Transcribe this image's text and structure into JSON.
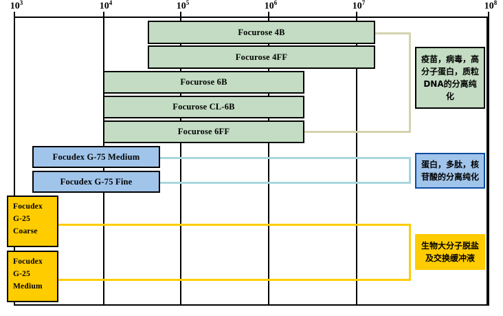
{
  "chart_data": {
    "type": "bar",
    "title": "",
    "xlabel": "",
    "ylabel": "",
    "orientation": "horizontal",
    "xscale": "log",
    "xlim": [
      1000,
      100000000
    ],
    "grid": true,
    "legend": "none",
    "axis_ticks": [
      {
        "label_base": "10",
        "label_exp": "3",
        "value": 1000
      },
      {
        "label_base": "10",
        "label_exp": "4",
        "value": 10000
      },
      {
        "label_base": "10",
        "label_exp": "5",
        "value": 100000
      },
      {
        "label_base": "10",
        "label_exp": "6",
        "value": 1000000
      },
      {
        "label_base": "10",
        "label_exp": "7",
        "value": 10000000
      },
      {
        "label_base": "10",
        "label_exp": "8",
        "value": 100000000
      }
    ],
    "series": [
      {
        "name": "Focurose 4B",
        "group": "agarose",
        "color": "#c3dcc3",
        "range": [
          60000,
          20000000
        ]
      },
      {
        "name": "Focurose 4FF",
        "group": "agarose",
        "color": "#c3dcc3",
        "range": [
          60000,
          20000000
        ]
      },
      {
        "name": "Focurose 6B",
        "group": "agarose",
        "color": "#c3dcc3",
        "range": [
          10000,
          4000000
        ]
      },
      {
        "name": "Focurose CL-6B",
        "group": "agarose",
        "color": "#c3dcc3",
        "range": [
          10000,
          4000000
        ]
      },
      {
        "name": "Focurose 6FF",
        "group": "agarose",
        "color": "#c3dcc3",
        "range": [
          10000,
          4000000
        ]
      },
      {
        "name": "Focudex G-75 Medium",
        "group": "dextran",
        "color": "#a0c4ea",
        "range": [
          3000,
          80000
        ]
      },
      {
        "name": "Focudex G-75 Fine",
        "group": "dextran",
        "color": "#a0c4ea",
        "range": [
          3000,
          80000
        ]
      },
      {
        "name": "Focudex G-25 Coarse",
        "group": "desalt",
        "color": "#ffcc00",
        "range": [
          1000,
          6000
        ]
      },
      {
        "name": "Focudex G-25 Medium",
        "group": "desalt",
        "color": "#ffcc00",
        "range": [
          1000,
          6000
        ]
      }
    ],
    "annotations": [
      {
        "group": "agarose",
        "text": "疫苗，病毒，高分子蛋白，质粒DNA的分离纯化",
        "color": "#c3dcc3"
      },
      {
        "group": "dextran",
        "text": "蛋白，多肽，核苷酸的分离纯化",
        "color": "#a0c4ea"
      },
      {
        "group": "desalt",
        "text": "生物大分子脱盐及交换缓冲液",
        "color": "#ffcc00"
      }
    ]
  },
  "axis": {
    "t1": "10",
    "t1e": "3",
    "t2": "10",
    "t2e": "4",
    "t3": "10",
    "t3e": "5",
    "t4": "10",
    "t4e": "6",
    "t5": "10",
    "t5e": "7",
    "t6": "10",
    "t6e": "8"
  },
  "bars": {
    "focurose_4b": "Focurose 4B",
    "focurose_4ff": "Focurose 4FF",
    "focurose_6b": "Focurose 6B",
    "focurose_cl6b": "Focurose CL-6B",
    "focurose_6ff": "Focurose 6FF",
    "focudex_g75_medium": "Focudex G-75 Medium",
    "focudex_g75_fine": "Focudex G-75 Fine",
    "focudex_g25_coarse_l1": "Focudex",
    "focudex_g25_coarse_l2": "G-25",
    "focudex_g25_coarse_l3": "Coarse",
    "focudex_g25_medium_l1": "Focudex",
    "focudex_g25_medium_l2": "G-25",
    "focudex_g25_medium_l3": "Medium"
  },
  "callouts": {
    "agarose_l1": "疫苗，病毒，高",
    "agarose_l2": "分子蛋白，质粒",
    "agarose_l3": "DNA的分离纯化",
    "dextran_l1": "蛋白，多肽，核",
    "dextran_l2": "苷酸的分离纯化",
    "desalt_l1": "生物大分子脱盐",
    "desalt_l2": "及交换缓冲液"
  },
  "colors": {
    "agarose": "#c3dcc3",
    "dextran": "#a0c4ea",
    "desalt": "#ffcc00",
    "connector_agarose": "#d4d2ae",
    "connector_dextran": "#a8d5dc",
    "connector_desalt": "#ffcc00",
    "frame": "#000000"
  }
}
